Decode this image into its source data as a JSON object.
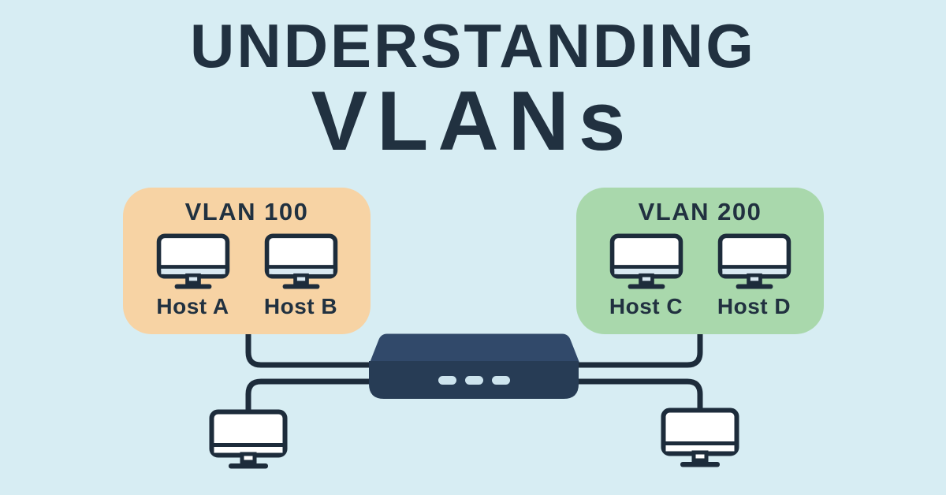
{
  "title": {
    "line1": "UNDERSTANDING",
    "line2": "VLANs"
  },
  "vlans": [
    {
      "name": "VLAN 100",
      "hosts": [
        {
          "label": "Host A"
        },
        {
          "label": "Host B"
        }
      ]
    },
    {
      "name": "VLAN 200",
      "hosts": [
        {
          "label": "Host C"
        },
        {
          "label": "Host D"
        }
      ]
    }
  ],
  "icons": {
    "host": "monitor-icon",
    "network_device": "switch-icon",
    "lights": "indicator-lights"
  },
  "colors": {
    "background": "#d7edf3",
    "ink": "#213140",
    "line": "#1d2c3b",
    "vlan100_bg": "#f7d3a4",
    "vlan200_bg": "#a9d8ac",
    "switch_top": "#31496a",
    "switch_front": "#273c55",
    "indicator": "#cde4ee",
    "screen": "#ffffff",
    "chin": "#d9e9f2"
  }
}
